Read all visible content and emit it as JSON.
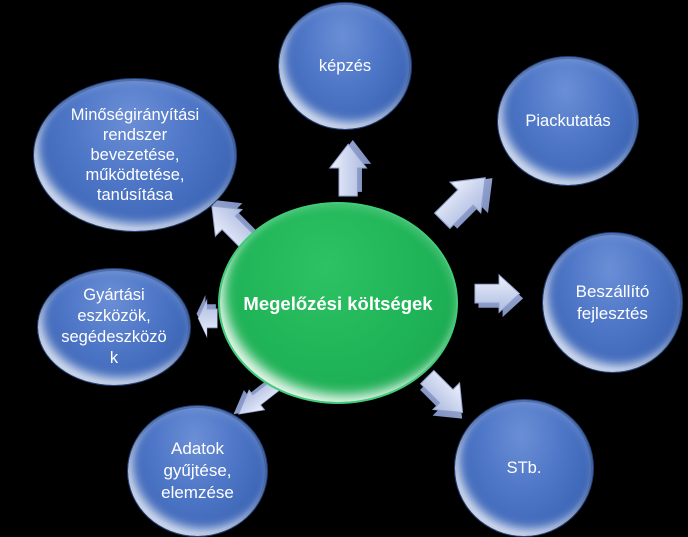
{
  "diagram": {
    "background_color": "#000000",
    "center": {
      "label": "Megelőzési költségek",
      "fill_color": "#1eb458",
      "text_color": "#ffffff"
    },
    "nodes": {
      "kepzes": {
        "label": "képzés",
        "lines": [
          "képzés"
        ]
      },
      "minoseg": {
        "label": "Minőségirányítási rendszer bevezetése, működtetése, tanúsítása",
        "lines": [
          "Minőségirányítási",
          "rendszer",
          "bevezetése,",
          "működtetése,",
          "tanúsítása"
        ]
      },
      "gyartasi": {
        "label": "Gyártási eszközök, segédeszközök",
        "lines": [
          "Gyártási",
          "eszközök,",
          "segédeszközö",
          "k"
        ]
      },
      "adatok": {
        "label": "Adatok gyűjtése, elemzése",
        "lines": [
          "Adatok",
          "gyűjtése,",
          "elemzése"
        ]
      },
      "piackutatas": {
        "label": "Piackutatás",
        "lines": [
          "Piackutatás"
        ]
      },
      "beszallito": {
        "label": "Beszállító fejlesztés",
        "lines": [
          "Beszállító",
          "fejlesztés"
        ]
      },
      "stb": {
        "label": "STb.",
        "lines": [
          "STb."
        ]
      }
    },
    "node_fill_color": "#4a74c4",
    "arrow_fill_color": "#ccd5ee",
    "arrows": [
      "up",
      "up-right",
      "right",
      "down-right",
      "down-left",
      "left",
      "up-left"
    ]
  }
}
